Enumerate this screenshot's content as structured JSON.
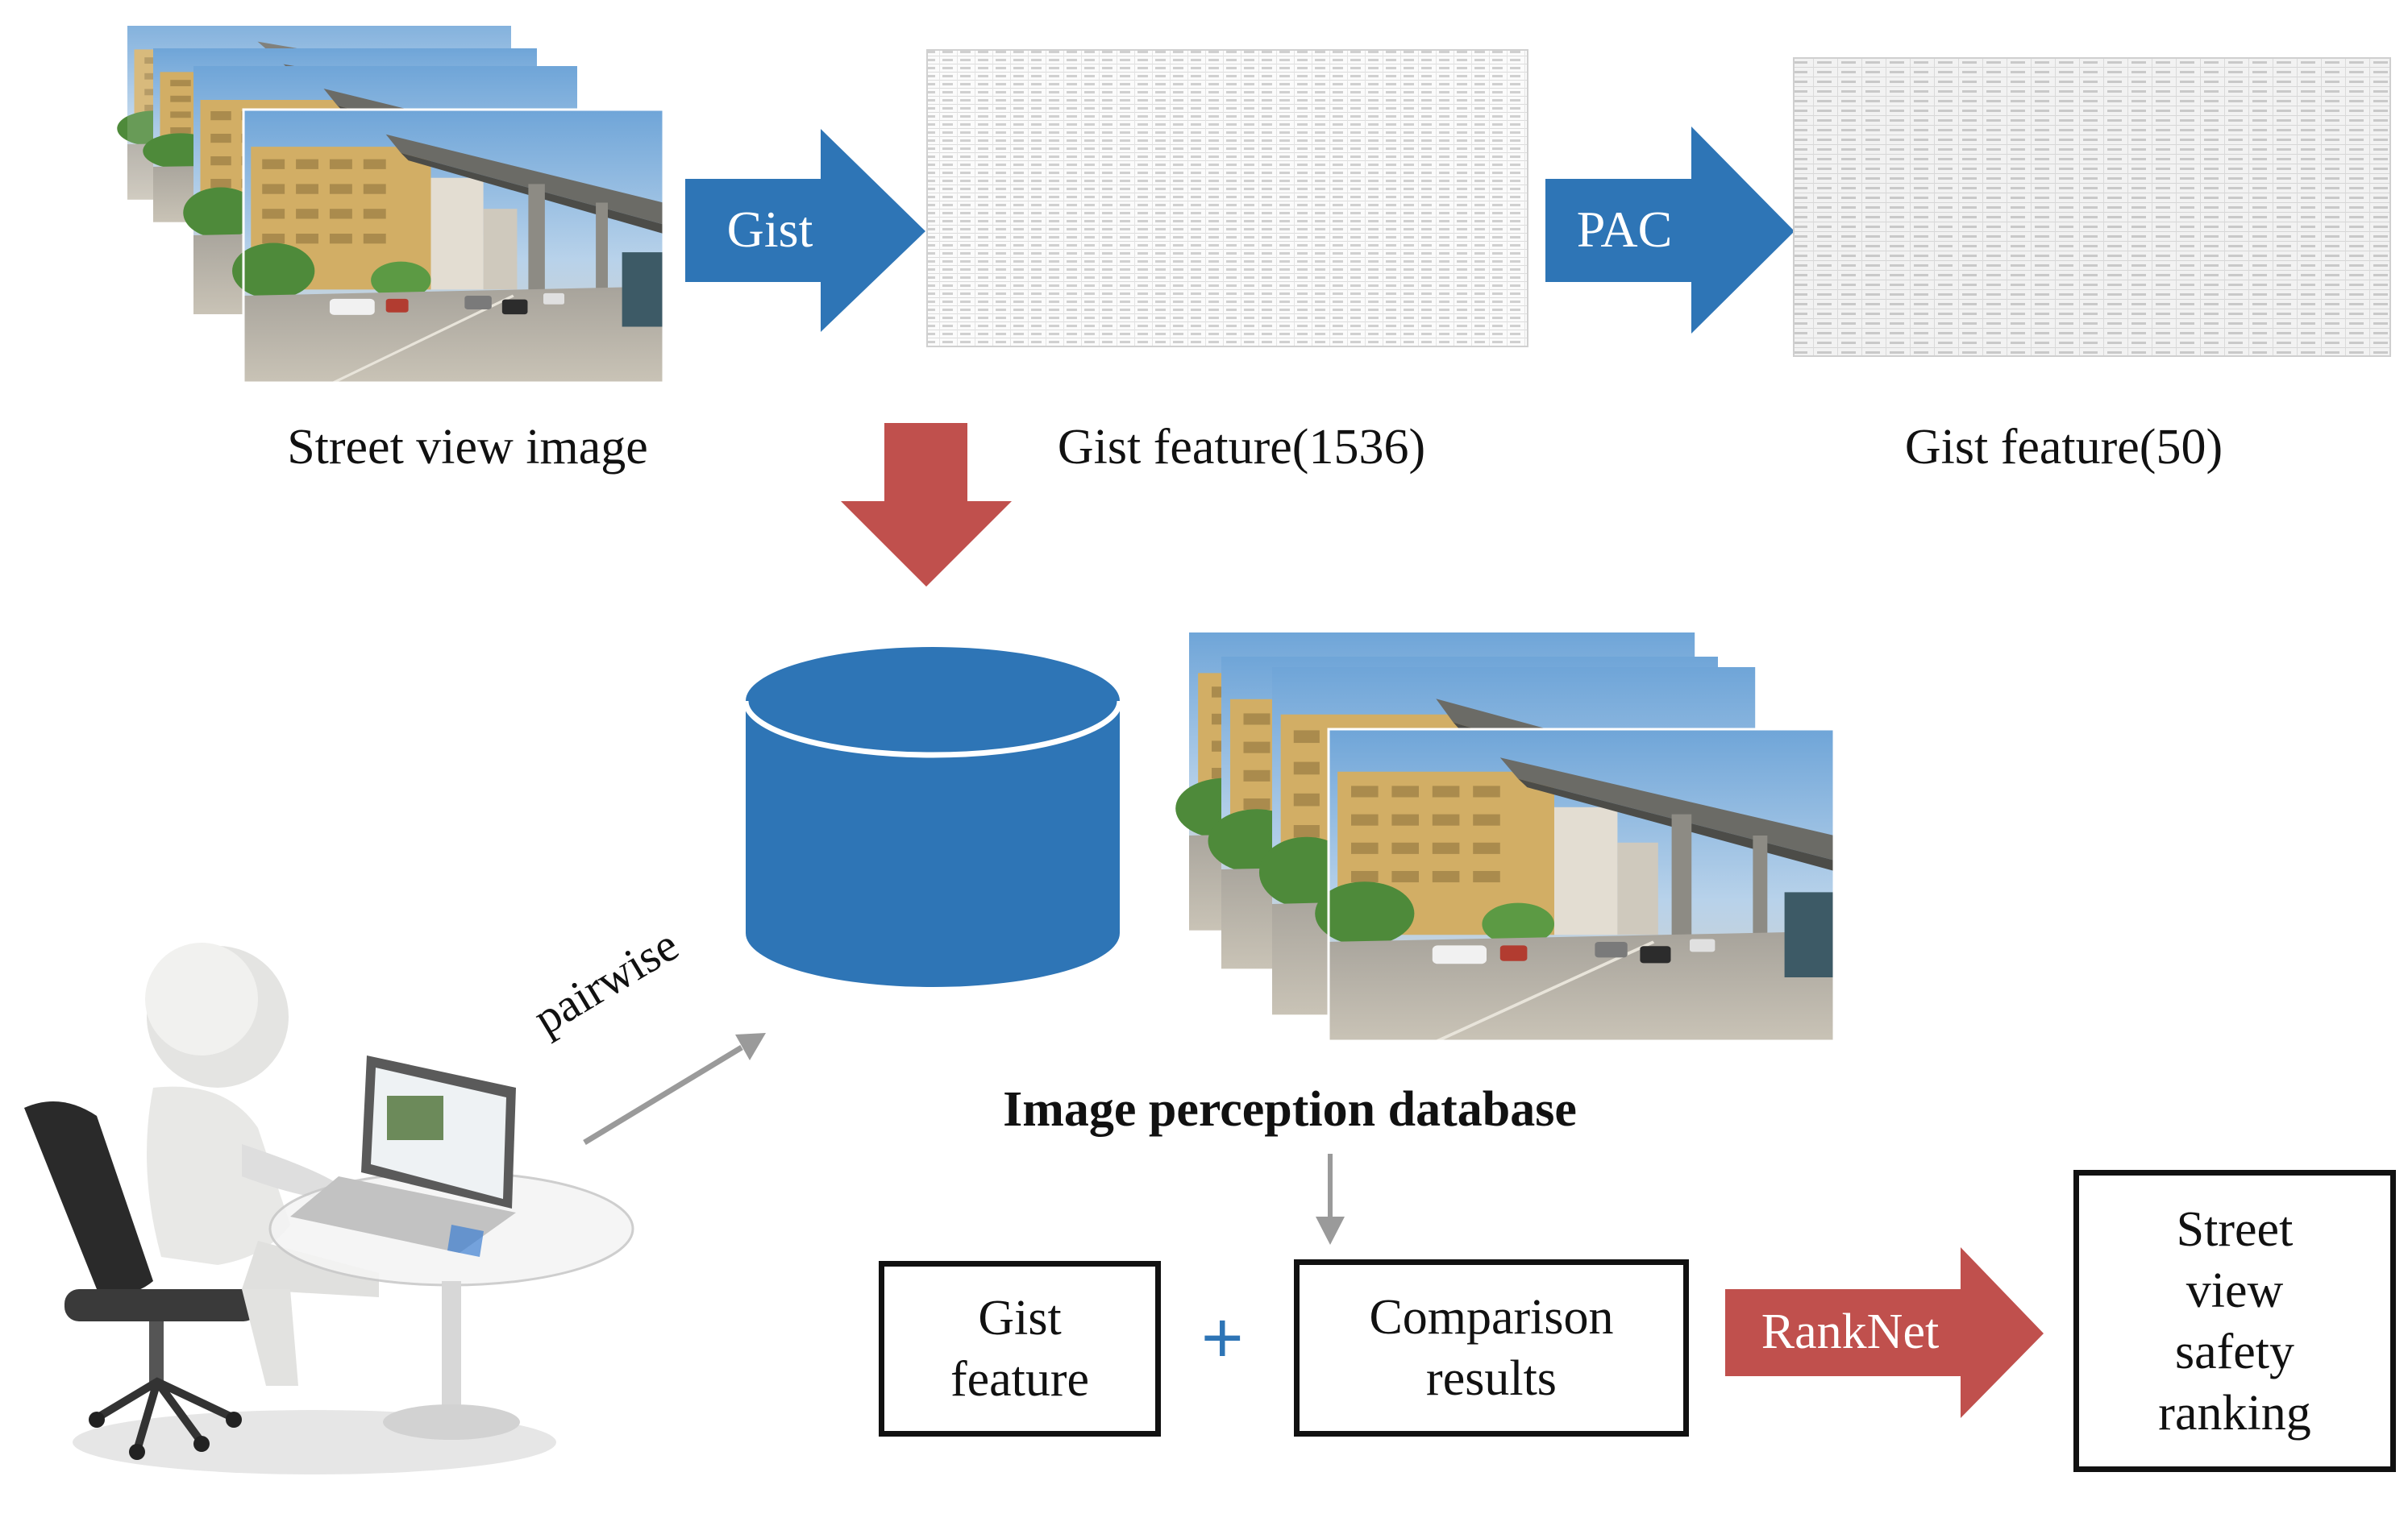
{
  "labels": {
    "street_view_image": "Street view image",
    "gist_1536": "Gist feature(1536)",
    "gist_50": "Gist feature(50)",
    "image_perception_database": "Image perception database",
    "pairwise": "pairwise",
    "plus": "+"
  },
  "arrows": {
    "gist": "Gist",
    "pac": "PAC",
    "ranknet": "RankNet"
  },
  "boxes": {
    "gist_feature": "Gist\nfeature",
    "comparison_results": "Comparison\nresults",
    "ranking": "Street\nview\nsafety\nranking"
  },
  "colors": {
    "blue": "#2E75B6",
    "red": "#C0504D",
    "gray_arrow": "#9a9a9a"
  }
}
